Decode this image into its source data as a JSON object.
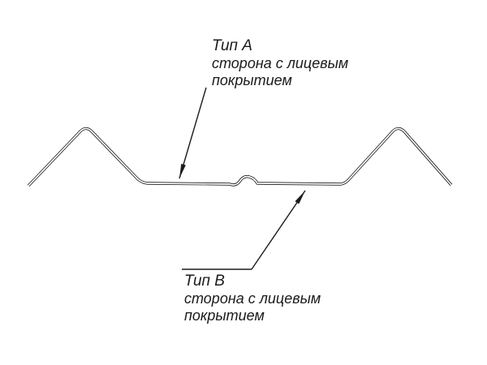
{
  "diagram": {
    "description": "cross-section of profiled metal sheet with facing-side callouts",
    "background_color": "#ffffff",
    "line_color": "#1b1b1b"
  },
  "labels": {
    "type_a": {
      "title": "Тип А",
      "line1": "сторона с лицевым",
      "line2": "покрытием"
    },
    "type_b": {
      "title": "Тип В",
      "line1": "сторона с лицевым",
      "line2": "покрытием"
    }
  }
}
